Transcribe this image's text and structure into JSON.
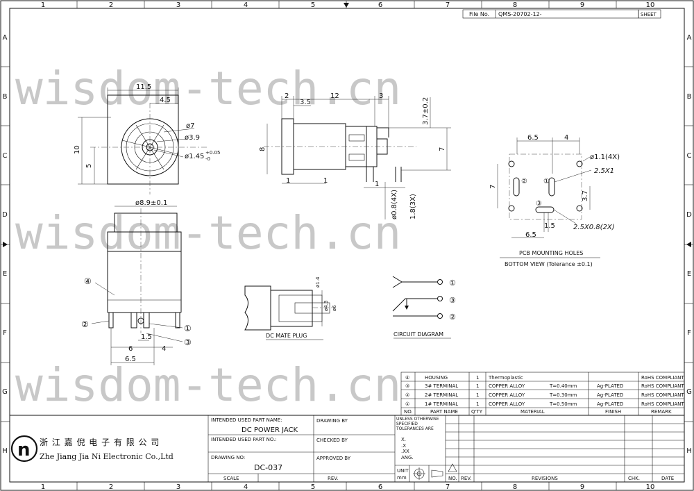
{
  "grid": {
    "columns": [
      "1",
      "2",
      "3",
      "4",
      "5",
      "6",
      "7",
      "8",
      "9",
      "10"
    ],
    "rows": [
      "A",
      "B",
      "C",
      "D",
      "E",
      "F",
      "G",
      "H"
    ]
  },
  "file_box": {
    "label": "File No.",
    "value": "QMS-20702-12-",
    "sheet_label": "SHEET"
  },
  "watermark": "wisdom-tech.cn",
  "front_view": {
    "width": "11.5",
    "offset": "4.5",
    "height": "10",
    "half_height": "5",
    "d_outer": "ø7",
    "d_mid": "ø3.9",
    "d_pin": "ø1.45",
    "tol_plus": "+0.05",
    "tol_minus": "-0"
  },
  "side_view": {
    "d_left": "2",
    "d_mid": "12",
    "d_right": "3",
    "d_sub": "3.5",
    "d_top": "3.7±0.2",
    "h_left": "8",
    "h_right": "7",
    "d_foot_l": "1",
    "d_foot_r": "1",
    "d_foot_r2": "1",
    "pin_dia": "ø0.8(4X)",
    "pin_len": "1.8(3X)"
  },
  "pcb_view": {
    "w1": "6.5",
    "w2": "4",
    "hole_dia": "ø1.1(4X)",
    "slot1": "2.5X1",
    "slot2": "2.5X0.8(2X)",
    "h_left": "7",
    "h_right": "3.7",
    "w_bottom": "6.5",
    "w_small": "1.5",
    "title1": "PCB MOUNTING HOLES",
    "title2": "BOTTOM VIEW (Tolerance ±0.1)",
    "n1": "①",
    "n2": "②",
    "n3": "③"
  },
  "bottom_view": {
    "diameter": "ø8.9±0.1",
    "n4": "④",
    "n2": "②",
    "n1": "①",
    "n3": "③",
    "d_15": "1.5",
    "d_6": "6",
    "d_4": "4",
    "d_65": "6.5"
  },
  "plug": {
    "label": "DC MATE PLUG",
    "d1": "ø1.4",
    "d2": "ø4.3",
    "d3": "ø6"
  },
  "circuit": {
    "label": "CIRCUIT DIAGRAM",
    "n1": "①",
    "n3": "③",
    "n2": "②"
  },
  "bom": {
    "rows": [
      {
        "no": "④",
        "part": "HOUSING",
        "qty": "1",
        "mat": "Thermoplastic",
        "thk": "",
        "finish": "",
        "remark": "RoHS COMPLIANT"
      },
      {
        "no": "③",
        "part": "3# TERMINAL",
        "qty": "1",
        "mat": "COPPER ALLOY",
        "thk": "T=0.40mm",
        "finish": "Ag-PLATED",
        "remark": "RoHS COMPLIANT"
      },
      {
        "no": "②",
        "part": "2# TERMINAL",
        "qty": "1",
        "mat": "COPPER ALLOY",
        "thk": "T=0.30mm",
        "finish": "Ag-PLATED",
        "remark": "RoHS COMPLIANT"
      },
      {
        "no": "①",
        "part": "1# TERMINAL",
        "qty": "1",
        "mat": "COPPER ALLOY",
        "thk": "T=0.50mm",
        "finish": "Ag-PLATED",
        "remark": "RoHS COMPLIANT"
      }
    ],
    "headers": {
      "no": "NO.",
      "part": "PART NAME",
      "qty": "Q'TY",
      "mat": "MATERIAL",
      "finish": "FINISH",
      "remark": "REMARK"
    }
  },
  "title_block": {
    "company_cn": "浙 江 嘉 倪 电 子 有 限 公 司",
    "company_en": "Zhe Jiang Jia Ni Electronic Co.,Ltd",
    "logo": "n",
    "part_name_label": "INTENDED USED PART NAME:",
    "part_name": "DC POWER JACK",
    "part_no_label": "INTENDED USED PART NO.:",
    "drawing_no_label": "DRAWING NO:",
    "drawing_no": "DC-037",
    "scale_label": "SCALE",
    "rev_label": "REV.",
    "drawing_by": "DRAWING BY",
    "checked_by": "CHECKED BY",
    "approved_by": "APPROVED BY",
    "tolerance_label": "UNLESS OTHERWISE SPECIFIED TOLERANCES ARE",
    "tol_x": "X.",
    "tol_xx": ".X",
    "tol_xxx": ".XX",
    "tol_ang": "ANG.",
    "unit_label": "UNIT",
    "unit_value": "mm",
    "rev_no": "NO.",
    "rev_rev": "REV.",
    "revisions": "REVISIONS",
    "chk": "CHK.",
    "date": "DATE"
  }
}
